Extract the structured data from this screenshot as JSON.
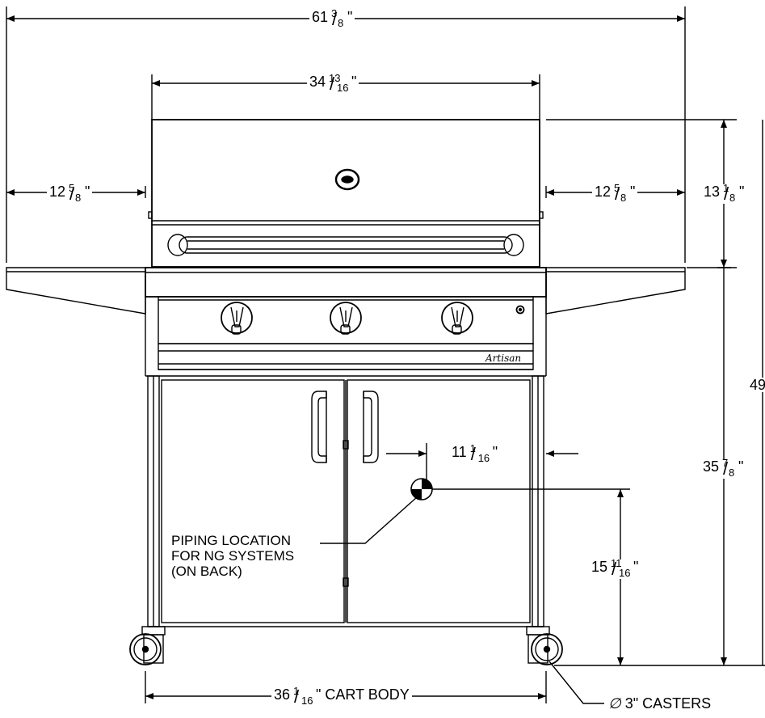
{
  "dimensions": {
    "overall_width": {
      "whole": "61",
      "num": "3",
      "den": "8",
      "unit": "\""
    },
    "hood_width": {
      "whole": "34",
      "num": "13",
      "den": "16",
      "unit": "\""
    },
    "left_shelf": {
      "whole": "12",
      "num": "5",
      "den": "8",
      "unit": "\""
    },
    "right_shelf": {
      "whole": "12",
      "num": "5",
      "den": "8",
      "unit": "\""
    },
    "hood_height": {
      "whole": "13",
      "num": "1",
      "den": "8",
      "unit": "\""
    },
    "total_height_partial": "49",
    "counter_height": {
      "whole": "35",
      "num": "7",
      "den": "8",
      "unit": "\""
    },
    "pipe_offset_x": {
      "whole": "11",
      "num": "1",
      "den": "16",
      "unit": "\""
    },
    "pipe_height": {
      "whole": "15",
      "num": "11",
      "den": "16",
      "unit": "\""
    },
    "cart_body": {
      "whole": "36",
      "num": "1",
      "den": "16",
      "suffix": "\" CART BODY"
    },
    "casters": {
      "symbol": "∅",
      "text": "3\" CASTERS"
    }
  },
  "note": {
    "line1": "PIPING LOCATION",
    "line2": "FOR NG SYSTEMS",
    "line3": "(ON BACK)"
  },
  "brand_logo": "Artisan",
  "icons": [
    "control-knob-icon",
    "thermometer-icon",
    "caster-wheel-icon",
    "piping-location-marker-icon"
  ]
}
